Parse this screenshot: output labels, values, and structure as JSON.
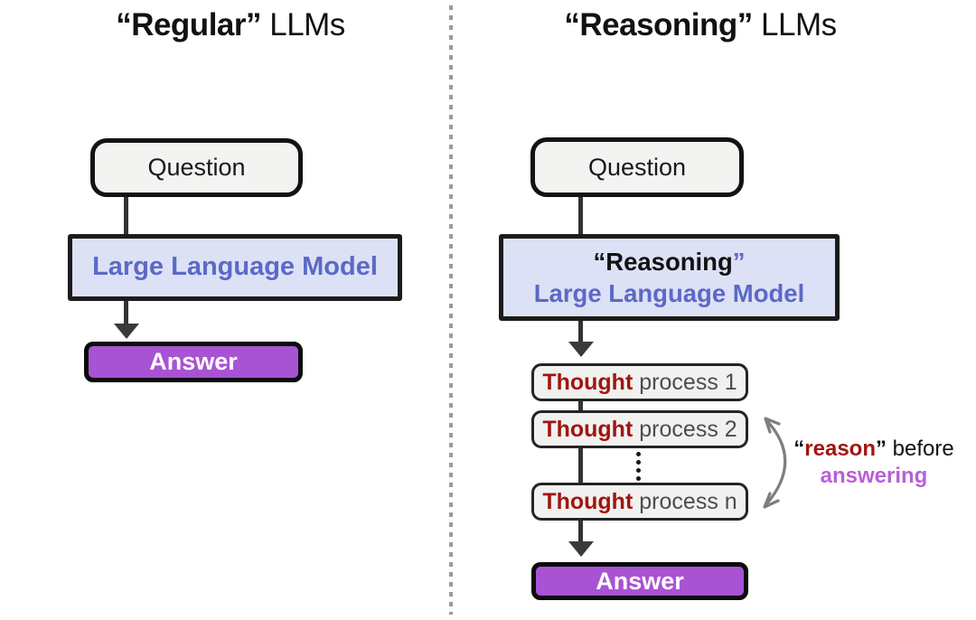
{
  "left_panel": {
    "title_bold": "“Regular”",
    "title_rest": " LLMs",
    "question_label": "Question",
    "model_label": "Large Language Model",
    "answer_label": "Answer"
  },
  "right_panel": {
    "title_bold": "“Reasoning”",
    "title_rest": " LLMs",
    "question_label": "Question",
    "model_quote_open": "“",
    "model_name": "Reasoning",
    "model_quote_close": "”",
    "model_label": "Large Language Model",
    "thoughts": [
      {
        "word": "Thought",
        "rest": "process 1"
      },
      {
        "word": "Thought",
        "rest": "process 2"
      },
      {
        "word": "Thought",
        "rest": "process n"
      }
    ],
    "answer_label": "Answer",
    "annotation": {
      "quote_open": "“",
      "reason": "reason",
      "quote_close": "”",
      "rest": " before",
      "answering": "answering"
    }
  },
  "colors": {
    "model_box_fill": "#dde1f5",
    "model_text_blue": "#5b69c7",
    "answer_fill": "#a853d3",
    "thought_word_red": "#a01511",
    "process_text_gray": "#4d4d4d",
    "answering_purple": "#b85fd9",
    "flow_arrow": "#3a3a3a",
    "annotation_arrow": "#7e7e7e",
    "divider_gray": "#9b9b9b",
    "light_box_fill": "#f3f3f2",
    "border_dark": "#131313"
  }
}
